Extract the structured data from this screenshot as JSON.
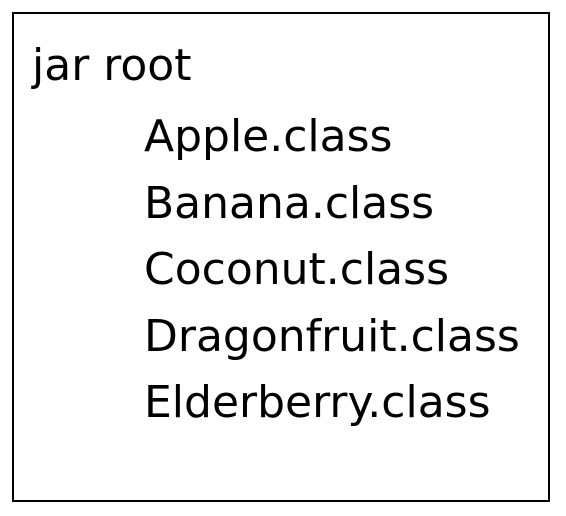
{
  "tree": {
    "root_label": "jar root",
    "entries": [
      "Apple.class",
      "Banana.class",
      "Coconut.class",
      "Dragonfruit.class",
      "Elderberry.class"
    ]
  }
}
